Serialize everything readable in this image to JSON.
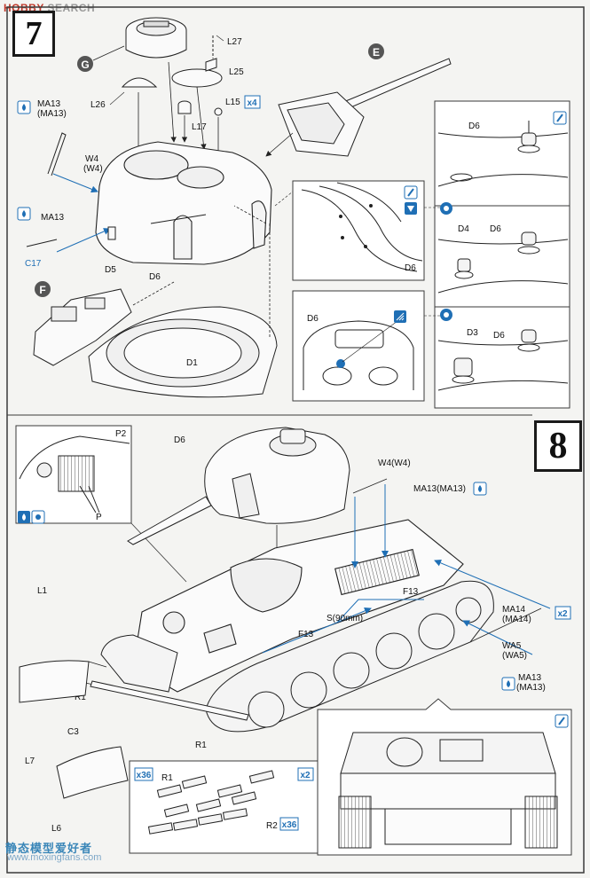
{
  "watermark": {
    "brand_a": "HOBBY",
    "brand_b": " SEARCH",
    "bottom_text": "静态模型爱好者",
    "url": "www.moxingfans.com"
  },
  "steps": [
    {
      "number": "7"
    },
    {
      "number": "8"
    }
  ],
  "step7": {
    "callouts": [
      "G",
      "E",
      "F"
    ],
    "parts": {
      "l27": "L27",
      "l25": "L25",
      "l26": "L26",
      "l17": "L17",
      "l15": "L15",
      "l15_qty": "x4",
      "ma13a": "MA13",
      "ma13a2": "(MA13)",
      "w4a": "W4",
      "w4a2": "(W4)",
      "ma13b": "MA13",
      "c17": "C17",
      "d5": "D5",
      "d6": "D6",
      "d1": "D1"
    },
    "detail": {
      "d6_top": "D6",
      "d4": "D4",
      "d6_mid": "D6",
      "d3": "D3",
      "d6_bot": "D6",
      "d6_inset_a": "D6",
      "d6_inset_b": "D6"
    }
  },
  "step8": {
    "parts": {
      "d6": "D6",
      "p2": "P2",
      "p": "P",
      "w4": "W4(W4)",
      "ma13_top": "MA13(MA13)",
      "l1": "L1",
      "f13a": "F13",
      "f13b": "F13",
      "s": "S(90mm)",
      "ma14": "MA14",
      "ma14b": "(MA14)",
      "qty2": "x2",
      "wa5": "WA5",
      "wa5b": "(WA5)",
      "ma13_bot": "MA13",
      "ma13_bot2": "(MA13)",
      "r1a": "R1",
      "c3": "C3",
      "r1b": "R1",
      "l7": "L7",
      "l6": "L6"
    },
    "tracks": {
      "qty36a": "x36",
      "r1": "R1",
      "qty2": "x2",
      "r2": "R2",
      "qty36b": "x36"
    }
  },
  "colors": {
    "line": "#2c2c2c",
    "blue": "#1f6fb5",
    "panel": "#ffffff",
    "frame": "#3a3a3a"
  },
  "icon_names": [
    "glue-icon",
    "paint-icon",
    "cement-icon",
    "mirror-icon",
    "drill-icon"
  ]
}
